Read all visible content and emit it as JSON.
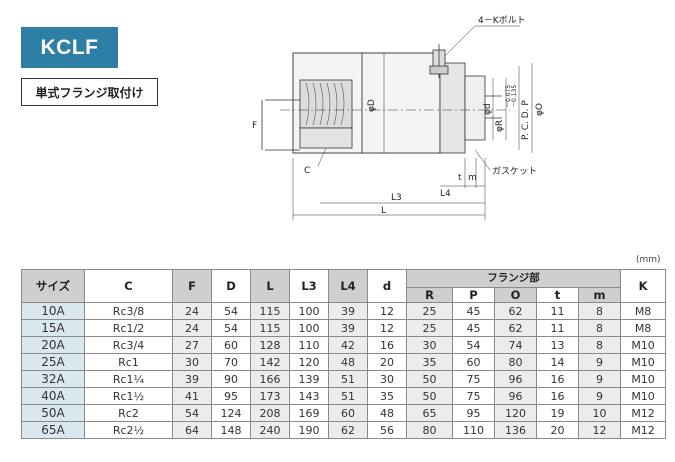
{
  "product_code": "KCLF",
  "subtitle": "単式フランジ取付け",
  "unit": "(mm)",
  "drawing": {
    "bolt_label": "4－Kボルト",
    "gasket_label": "ガスケット",
    "dim_F": "F",
    "dim_C": "C",
    "dim_D": "φD",
    "dim_d": "φd",
    "dim_R": "φR",
    "dim_R_tol_upper": "－0.075",
    "dim_R_tol_lower": "－0.135",
    "dim_PCD": "P. C. D. P",
    "dim_O": "φO",
    "dim_t": "t",
    "dim_m": "m",
    "dim_L4": "L4",
    "dim_L3": "L3",
    "dim_L": "L"
  },
  "table": {
    "headers": {
      "size": "サイズ",
      "C": "C",
      "F": "F",
      "D": "D",
      "L": "L",
      "L3": "L3",
      "L4": "L4",
      "d": "d",
      "flange_group": "フランジ部",
      "R": "R",
      "P": "P",
      "O": "O",
      "t": "t",
      "m": "m",
      "K": "K"
    },
    "rows": [
      {
        "size": "10A",
        "C": "Rc3/8",
        "F": "24",
        "D": "54",
        "L": "115",
        "L3": "100",
        "L4": "39",
        "d": "12",
        "R": "25",
        "P": "45",
        "O": "62",
        "t": "11",
        "m": "8",
        "K": "M8"
      },
      {
        "size": "15A",
        "C": "Rc1/2",
        "F": "24",
        "D": "54",
        "L": "115",
        "L3": "100",
        "L4": "39",
        "d": "12",
        "R": "25",
        "P": "45",
        "O": "62",
        "t": "11",
        "m": "8",
        "K": "M8"
      },
      {
        "size": "20A",
        "C": "Rc3/4",
        "F": "27",
        "D": "60",
        "L": "128",
        "L3": "110",
        "L4": "42",
        "d": "16",
        "R": "30",
        "P": "54",
        "O": "74",
        "t": "13",
        "m": "8",
        "K": "M10"
      },
      {
        "size": "25A",
        "C": "Rc1",
        "F": "30",
        "D": "70",
        "L": "142",
        "L3": "120",
        "L4": "48",
        "d": "20",
        "R": "35",
        "P": "60",
        "O": "80",
        "t": "14",
        "m": "9",
        "K": "M10"
      },
      {
        "size": "32A",
        "C": "Rc1¼",
        "F": "39",
        "D": "90",
        "L": "166",
        "L3": "139",
        "L4": "51",
        "d": "30",
        "R": "50",
        "P": "75",
        "O": "96",
        "t": "16",
        "m": "9",
        "K": "M10"
      },
      {
        "size": "40A",
        "C": "Rc1½",
        "F": "41",
        "D": "95",
        "L": "173",
        "L3": "143",
        "L4": "51",
        "d": "35",
        "R": "50",
        "P": "75",
        "O": "96",
        "t": "16",
        "m": "9",
        "K": "M10"
      },
      {
        "size": "50A",
        "C": "Rc2",
        "F": "54",
        "D": "124",
        "L": "208",
        "L3": "169",
        "L4": "60",
        "d": "48",
        "R": "65",
        "P": "95",
        "O": "120",
        "t": "19",
        "m": "10",
        "K": "M12"
      },
      {
        "size": "65A",
        "C": "Rc2½",
        "F": "64",
        "D": "148",
        "L": "240",
        "L3": "190",
        "L4": "62",
        "d": "56",
        "R": "80",
        "P": "110",
        "O": "136",
        "t": "20",
        "m": "12",
        "K": "M12"
      }
    ]
  }
}
